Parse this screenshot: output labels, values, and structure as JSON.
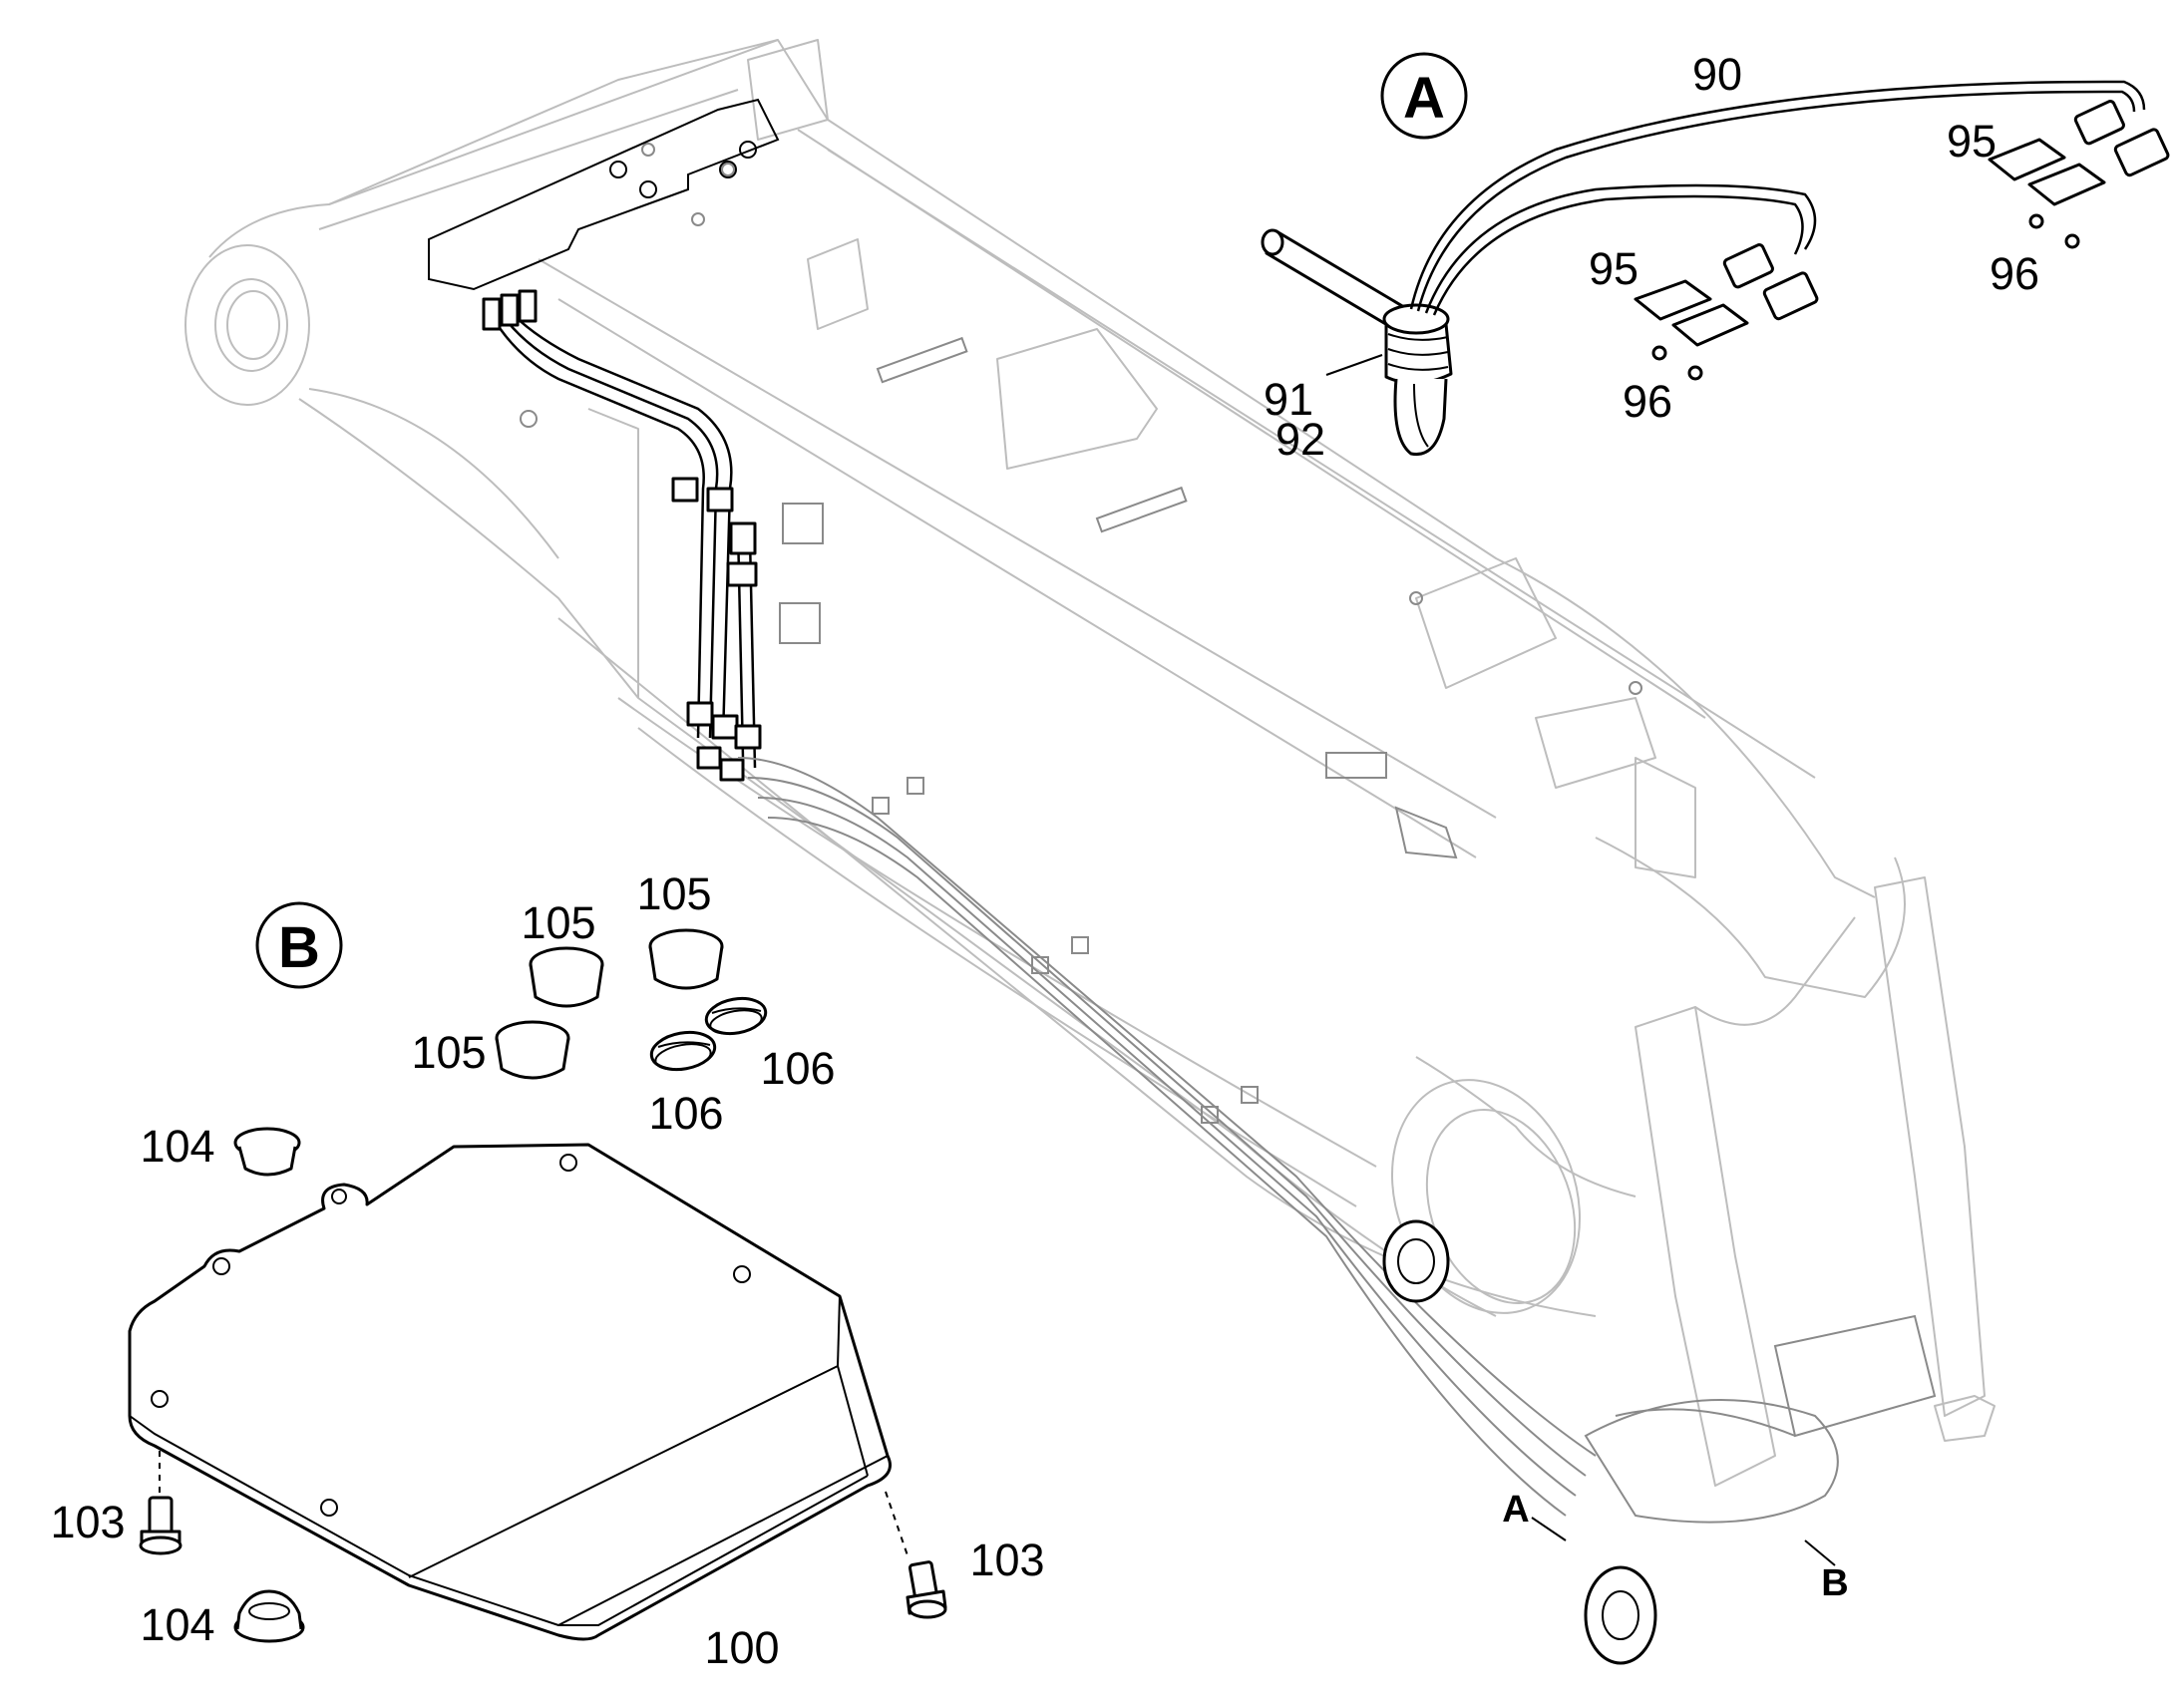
{
  "labels": {
    "detail_a": "A",
    "detail_b": "B",
    "p90": "90",
    "p91": "91",
    "p92": "92",
    "p95_left": "95",
    "p95_right": "95",
    "p96_left": "96",
    "p96_right": "96",
    "p100": "100",
    "p103_left": "103",
    "p103_right": "103",
    "p104_top": "104",
    "p104_bottom": "104",
    "p105_left": "105",
    "p105_mid": "105",
    "p105_right": "105",
    "p106_left": "106",
    "p106_right": "106",
    "loc_a": "A",
    "loc_b": "B"
  },
  "colors": {
    "background": "#ffffff",
    "line": "#000000",
    "faint_line": "#bdbdbd"
  }
}
